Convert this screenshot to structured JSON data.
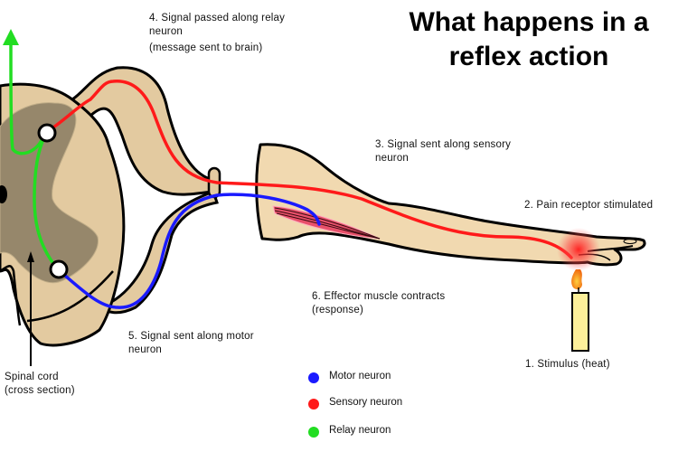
{
  "title": {
    "line1": "What happens in a",
    "line2": "reflex action"
  },
  "steps": {
    "step1": "1. Stimulus (heat)",
    "step2": "2. Pain receptor stimulated",
    "step3_line1": "3. Signal sent along sensory",
    "step3_line2": "neuron",
    "step4_line1": "4. Signal passed along relay",
    "step4_line2": "neuron",
    "step4_line3": "(message sent to brain)",
    "step5_line1": "5. Signal sent along motor",
    "step5_line2": "neuron",
    "step6_line1": "6. Effector muscle contracts",
    "step6_line2": "(response)"
  },
  "spinal_cord_label": {
    "line1": "Spinal cord",
    "line2": "(cross section)"
  },
  "legend": [
    {
      "label": "Motor neuron",
      "color": "#1a1aff"
    },
    {
      "label": "Sensory neuron",
      "color": "#ff1a1a"
    },
    {
      "label": "Relay neuron",
      "color": "#22dd22"
    }
  ],
  "colors": {
    "motor": "#1a1aff",
    "sensory": "#ff1a1a",
    "relay": "#22dd22",
    "skin": "#f1d9b0",
    "cord_light": "#e3caa0",
    "cord_dark": "#96876b",
    "muscle": "#e8506a",
    "candle": "#fdf09a",
    "flame": "#f07a20"
  }
}
